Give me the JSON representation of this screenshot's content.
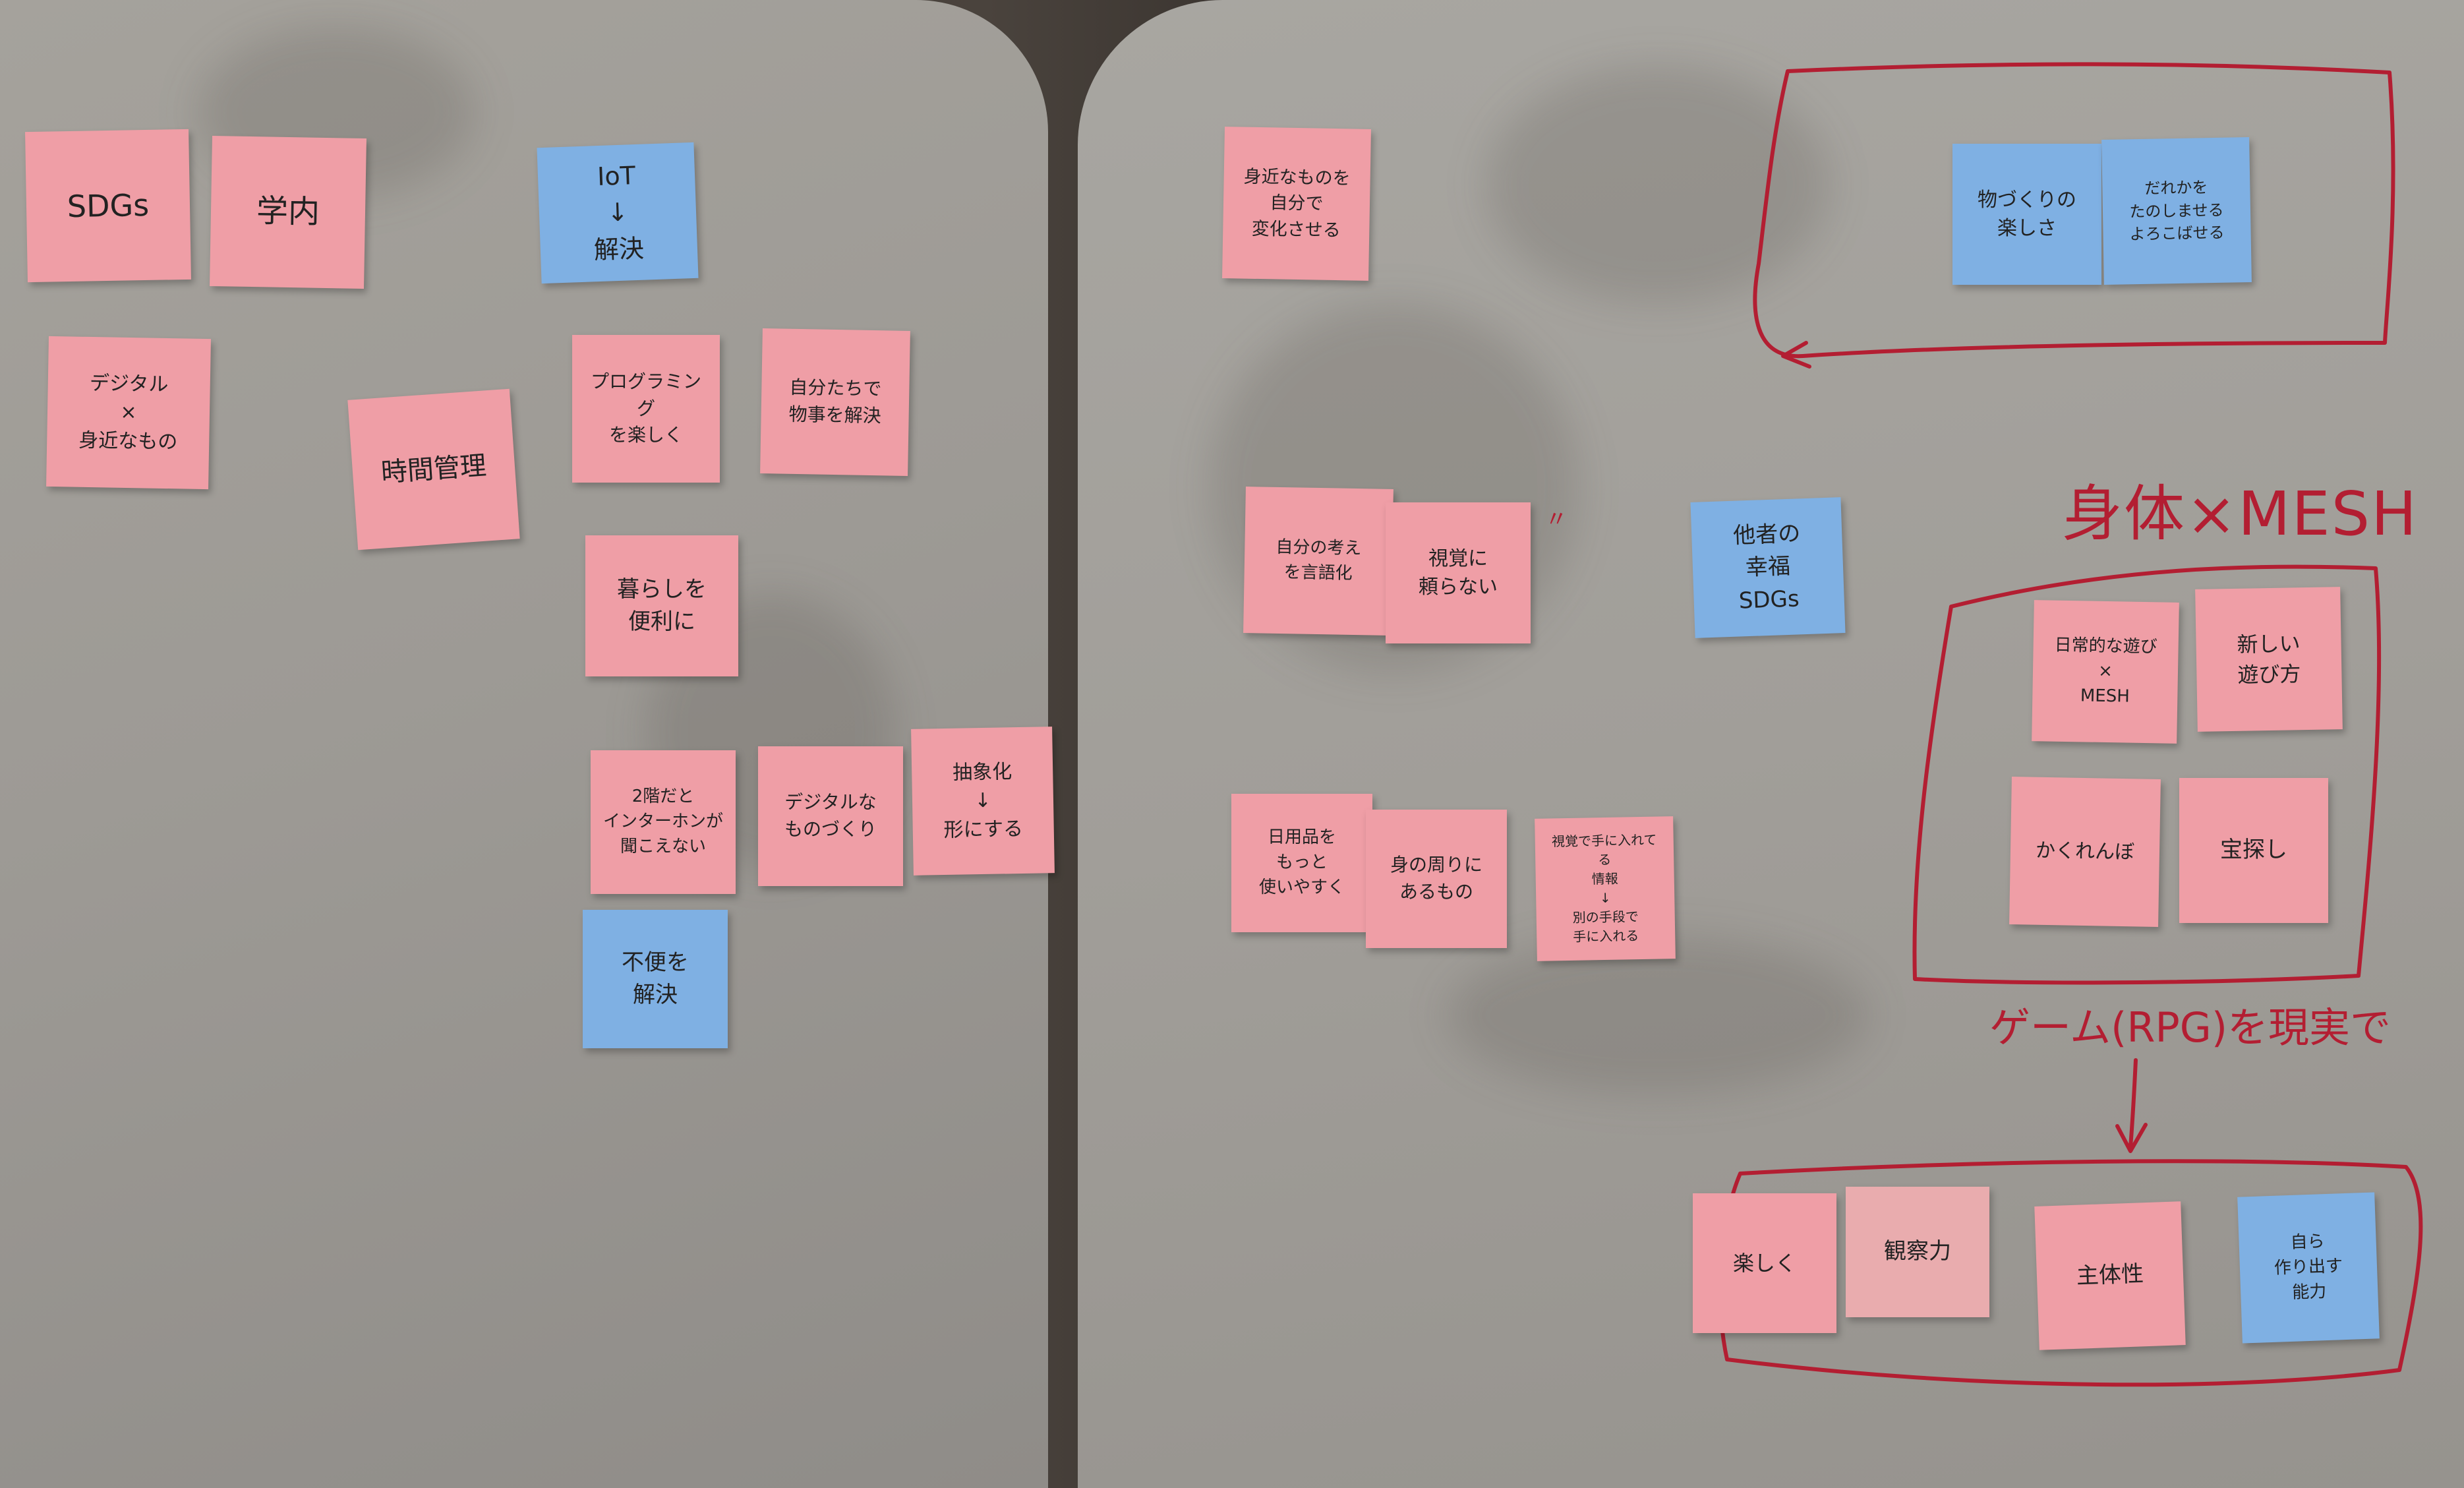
{
  "colors": {
    "sticky_pink": "#ef9ea6",
    "sticky_blue": "#7fb0e3",
    "marker_red": "#b31e32",
    "whiteboard": "#a19e99"
  },
  "left_board": {
    "notes": [
      {
        "id": "sdgs",
        "text": "SDGs"
      },
      {
        "id": "gakunai",
        "text": "学内"
      },
      {
        "id": "iot",
        "text": "IoT\n↓\n解決"
      },
      {
        "id": "digital-mijika",
        "text": "デジタル\n×\n身近なもの"
      },
      {
        "id": "jikan-kanri",
        "text": "時間管理"
      },
      {
        "id": "programming",
        "text": "プログラミング\nを楽しく"
      },
      {
        "id": "jibuntachi",
        "text": "自分たちで\n物事を解決"
      },
      {
        "id": "kurashi",
        "text": "暮らしを\n便利に"
      },
      {
        "id": "intercom",
        "text": "2階だと\nインターホンが\n聞こえない"
      },
      {
        "id": "digital-monozukuri",
        "text": "デジタルな\nものづくり"
      },
      {
        "id": "chushoka",
        "text": "抽象化\n↓\n形にする"
      },
      {
        "id": "fuben",
        "text": "不便を\n解決"
      }
    ]
  },
  "right_board": {
    "notes": [
      {
        "id": "mijika-jibun",
        "text": "身近なものを自分で\n変化させる"
      },
      {
        "id": "monozukuri-tanoshisa",
        "text": "物づくりの\n楽しさ"
      },
      {
        "id": "dareka",
        "text": "だれかを\nたのしませる\nよろこばせる"
      },
      {
        "id": "gengoka",
        "text": "自分の考え\nを言語化"
      },
      {
        "id": "shikaku",
        "text": "視覚に\n頼らない"
      },
      {
        "id": "tasha",
        "text": "他者の\n幸福\nSDGs"
      },
      {
        "id": "nichijo-asobi",
        "text": "日常的な遊び\n×\nMESH"
      },
      {
        "id": "atarashii-asobi",
        "text": "新しい\n遊び方"
      },
      {
        "id": "kakurenbo",
        "text": "かくれんぼ"
      },
      {
        "id": "takarasagashi",
        "text": "宝探し"
      },
      {
        "id": "nichiyohin",
        "text": "日用品を\nもっと\n使いやすく"
      },
      {
        "id": "mi-no-mawari",
        "text": "身の周りに\nあるもの"
      },
      {
        "id": "shikaku-joho",
        "text": "視覚で手に入れてる\n情報\n↓\n別の手段で\n手に入れる"
      },
      {
        "id": "tanoshiku",
        "text": "楽しく"
      },
      {
        "id": "kansatsuryoku",
        "text": "観察力"
      },
      {
        "id": "shutaisei",
        "text": "主体性"
      },
      {
        "id": "umidasu",
        "text": "自ら\n作り出す\n能力"
      }
    ],
    "marker_labels": {
      "shintai_mesh": "身体×MESH",
      "game_rpg": "ゲーム(RPG)を現実で"
    }
  }
}
